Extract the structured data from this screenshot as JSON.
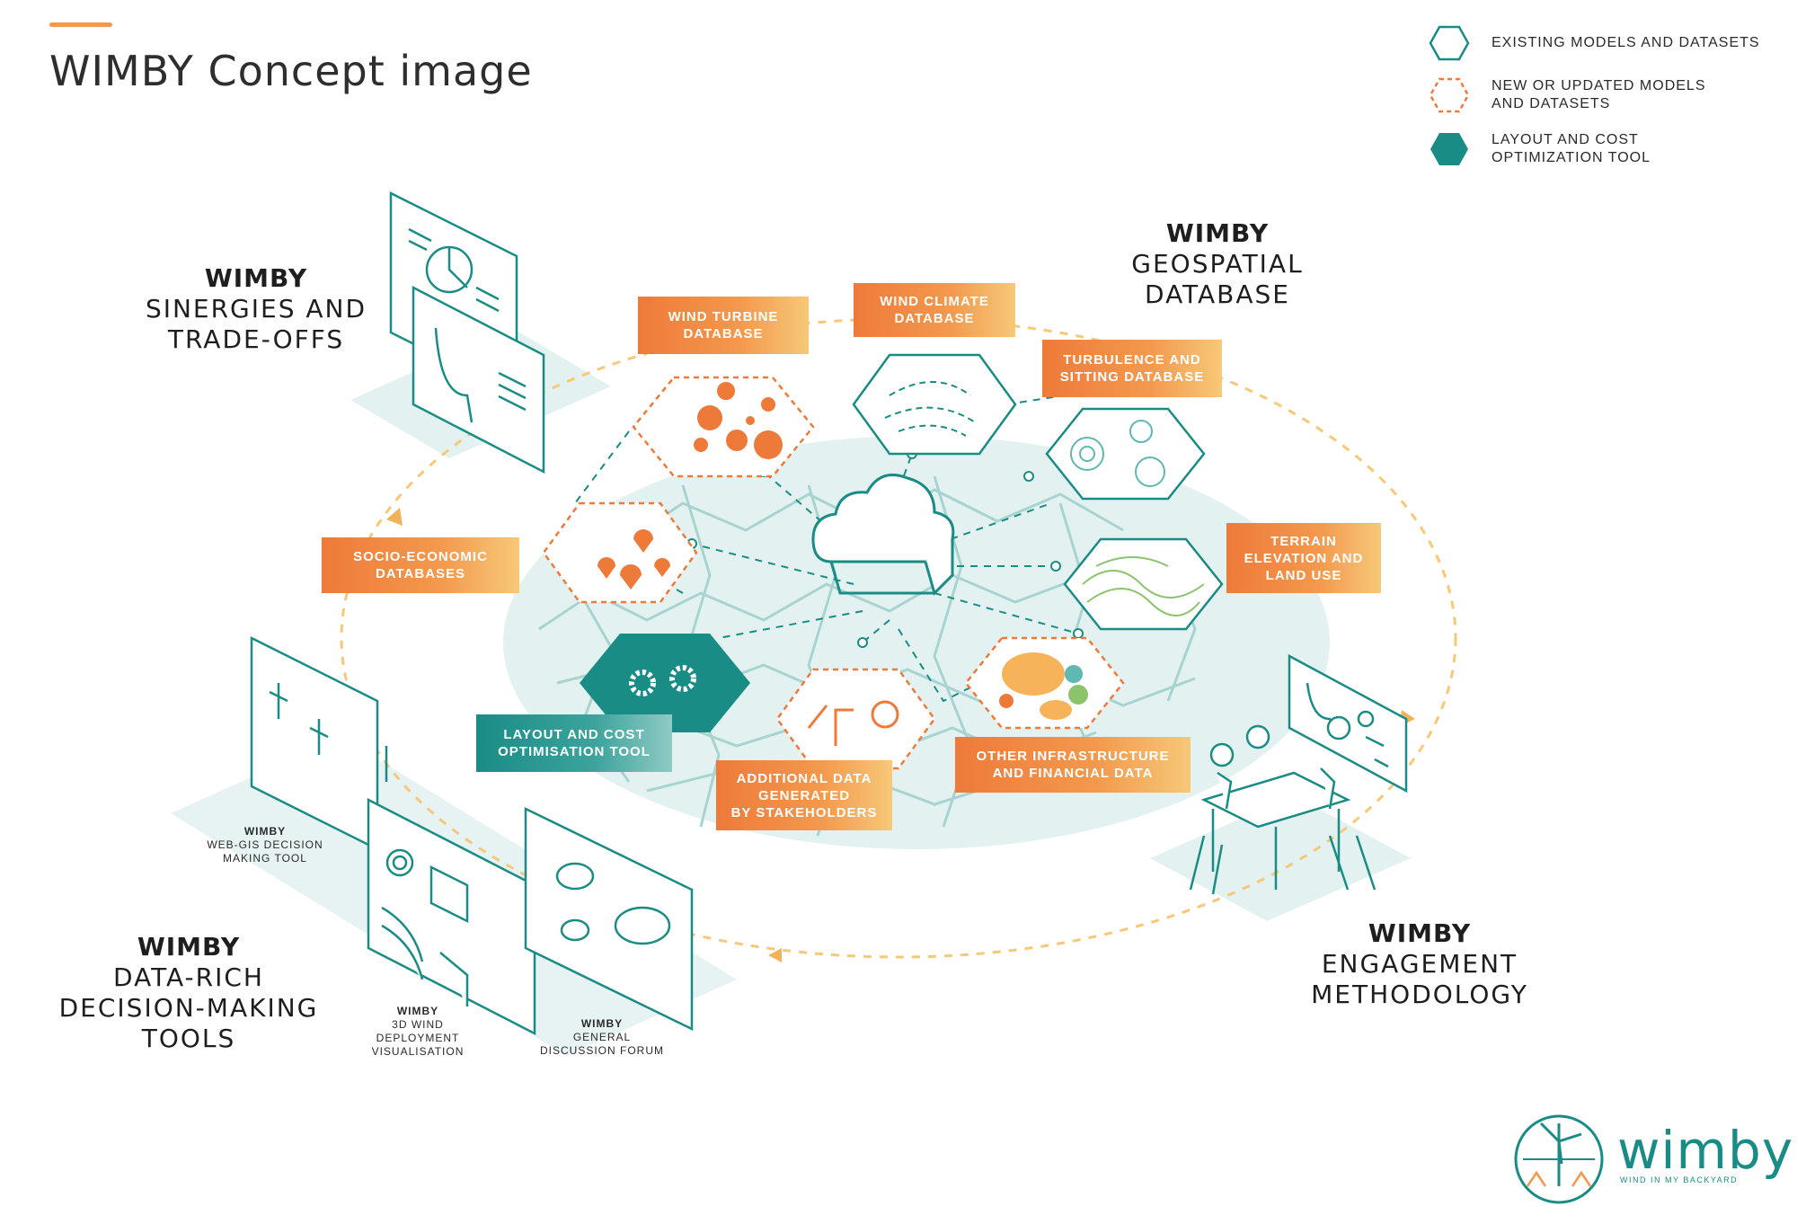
{
  "page": {
    "title": "WIMBY Concept image"
  },
  "colors": {
    "teal": "#1a8c86",
    "orange": "#ee7a3a",
    "light_orange": "#f7c878",
    "pale_teal": "#e3f2f1",
    "map_line": "#9fd0cd"
  },
  "legend": [
    {
      "icon": "hexagon-outline-teal-icon",
      "lines": [
        "EXISTING MODELS AND DATASETS"
      ]
    },
    {
      "icon": "hexagon-dashed-orange-icon",
      "lines": [
        "NEW OR UPDATED MODELS",
        "AND DATASETS"
      ]
    },
    {
      "icon": "hexagon-filled-teal-icon",
      "lines": [
        "LAYOUT AND COST",
        "OPTIMIZATION TOOL"
      ]
    }
  ],
  "sections": {
    "synergies": {
      "brand": "WIMBY",
      "lines": [
        "SINERGIES AND",
        "TRADE-OFFS"
      ]
    },
    "geospatial": {
      "brand": "WIMBY",
      "lines": [
        "GEOSPATIAL",
        "DATABASE"
      ]
    },
    "engagement": {
      "brand": "WIMBY",
      "lines": [
        "ENGAGEMENT",
        "METHODOLOGY"
      ]
    },
    "tools": {
      "brand": "WIMBY",
      "lines": [
        "DATA-RICH",
        "DECISION-MAKING",
        "TOOLS"
      ]
    }
  },
  "labels": {
    "wind_turbine": {
      "lines": [
        "WIND TURBINE",
        "DATABASE"
      ]
    },
    "wind_climate": {
      "lines": [
        "WIND CLIMATE",
        "DATABASE"
      ]
    },
    "turbulence": {
      "lines": [
        "TURBULENCE AND",
        "SITTING DATABASE"
      ]
    },
    "socio": {
      "lines": [
        "SOCIO-ECONOMIC",
        "DATABASES"
      ]
    },
    "terrain": {
      "lines": [
        "TERRAIN",
        "ELEVATION AND",
        "LAND USE"
      ]
    },
    "layout": {
      "lines": [
        "LAYOUT AND COST",
        "OPTIMISATION TOOL"
      ]
    },
    "additional": {
      "lines": [
        "ADDITIONAL DATA",
        "GENERATED",
        "BY STAKEHOLDERS"
      ]
    },
    "infra": {
      "lines": [
        "OTHER INFRASTRUCTURE",
        "AND FINANCIAL DATA"
      ]
    }
  },
  "tool_captions": {
    "webgis": {
      "brand": "WIMBY",
      "lines": [
        "WEB-GIS DECISION",
        "MAKING TOOL"
      ]
    },
    "viz3d": {
      "brand": "WIMBY",
      "lines": [
        "3D WIND",
        "DEPLOYMENT",
        "VISUALISATION"
      ]
    },
    "forum": {
      "brand": "WIMBY",
      "lines": [
        "GENERAL",
        "DISCUSSION FORUM"
      ]
    }
  },
  "logo": {
    "text": "wimby",
    "subtitle": "WIND IN MY BACKYARD"
  }
}
